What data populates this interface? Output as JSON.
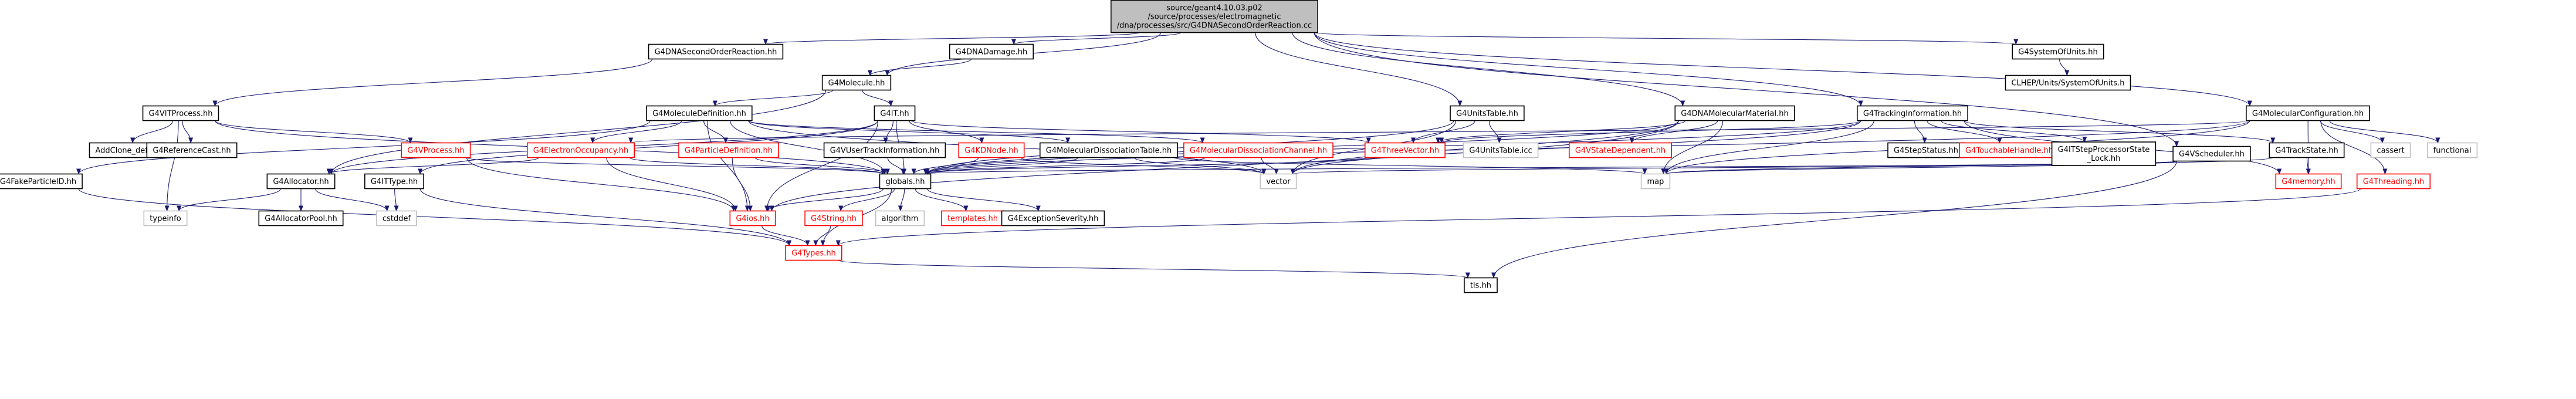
{
  "diagram": {
    "type": "include-dependency-graph",
    "colors": {
      "edge": "#191970",
      "default_text": "#000000",
      "default_border": "#000000",
      "missing_text": "#ff0000",
      "missing_border": "#ff0000",
      "root_fill": "#bfbfbf",
      "default_fill": "#ffffff",
      "leaf_border": "#bfbfbf"
    },
    "nodes": [
      {
        "id": "root",
        "lines": [
          "source/geant4.10.03.p02",
          "/source/processes/electromagnetic",
          "/dna/processes/src/G4DNASecondOrderReaction.cc"
        ],
        "style": "root"
      },
      {
        "id": "secorder",
        "lines": [
          "G4DNASecondOrderReaction.hh"
        ],
        "style": "normal"
      },
      {
        "id": "damage",
        "lines": [
          "G4DNADamage.hh"
        ],
        "style": "normal"
      },
      {
        "id": "molecule",
        "lines": [
          "G4Molecule.hh"
        ],
        "style": "normal"
      },
      {
        "id": "sysunits",
        "lines": [
          "G4SystemOfUnits.hh"
        ],
        "style": "normal"
      },
      {
        "id": "clhep",
        "lines": [
          "CLHEP/Units/SystemOfUnits.h"
        ],
        "style": "normal"
      },
      {
        "id": "vitprocess",
        "lines": [
          "G4VITProcess.hh"
        ],
        "style": "normal"
      },
      {
        "id": "moldef",
        "lines": [
          "G4MoleculeDefinition.hh"
        ],
        "style": "normal"
      },
      {
        "id": "it",
        "lines": [
          "G4IT.hh"
        ],
        "style": "normal"
      },
      {
        "id": "unitstable",
        "lines": [
          "G4UnitsTable.hh"
        ],
        "style": "normal"
      },
      {
        "id": "dnamolmat",
        "lines": [
          "G4DNAMolecularMaterial.hh"
        ],
        "style": "normal"
      },
      {
        "id": "trackinfo",
        "lines": [
          "G4TrackingInformation.hh"
        ],
        "style": "normal"
      },
      {
        "id": "molconfig",
        "lines": [
          "G4MolecularConfiguration.hh"
        ],
        "style": "normal"
      },
      {
        "id": "addclone",
        "lines": [
          "AddClone_def.hh"
        ],
        "style": "normal"
      },
      {
        "id": "refcast",
        "lines": [
          "G4ReferenceCast.hh"
        ],
        "style": "normal"
      },
      {
        "id": "vprocess",
        "lines": [
          "G4VProcess.hh"
        ],
        "style": "missing"
      },
      {
        "id": "electronocc",
        "lines": [
          "G4ElectronOccupancy.hh"
        ],
        "style": "missing"
      },
      {
        "id": "particledef",
        "lines": [
          "G4ParticleDefinition.hh"
        ],
        "style": "missing"
      },
      {
        "id": "vusertrack",
        "lines": [
          "G4VUserTrackInformation.hh"
        ],
        "style": "normal"
      },
      {
        "id": "kdnode",
        "lines": [
          "G4KDNode.hh"
        ],
        "style": "missing"
      },
      {
        "id": "moldisstable",
        "lines": [
          "G4MolecularDissociationTable.hh"
        ],
        "style": "normal"
      },
      {
        "id": "moldisschannel",
        "lines": [
          "G4MolecularDissociationChannel.hh"
        ],
        "style": "missing"
      },
      {
        "id": "threevector",
        "lines": [
          "G4ThreeVector.hh"
        ],
        "style": "missing"
      },
      {
        "id": "unitstableicc",
        "lines": [
          "G4UnitsTable.icc"
        ],
        "style": "leaf"
      },
      {
        "id": "vstatedep",
        "lines": [
          "G4VStateDependent.hh"
        ],
        "style": "missing"
      },
      {
        "id": "stepstatus",
        "lines": [
          "G4StepStatus.hh"
        ],
        "style": "normal"
      },
      {
        "id": "touchable",
        "lines": [
          "G4TouchableHandle.hh"
        ],
        "style": "missing"
      },
      {
        "id": "itstepstate",
        "lines": [
          "G4ITStepProcessorState",
          "_Lock.hh"
        ],
        "style": "normal"
      },
      {
        "id": "vscheduler",
        "lines": [
          "G4VScheduler.hh"
        ],
        "style": "normal"
      },
      {
        "id": "trackstate",
        "lines": [
          "G4TrackState.hh"
        ],
        "style": "normal"
      },
      {
        "id": "cassert",
        "lines": [
          "cassert"
        ],
        "style": "leaf"
      },
      {
        "id": "functional",
        "lines": [
          "functional"
        ],
        "style": "leaf"
      },
      {
        "id": "fakeparticle",
        "lines": [
          "G4FakeParticleID.hh"
        ],
        "style": "normal"
      },
      {
        "id": "allocator",
        "lines": [
          "G4Allocator.hh"
        ],
        "style": "normal"
      },
      {
        "id": "ittype",
        "lines": [
          "G4ITType.hh"
        ],
        "style": "normal"
      },
      {
        "id": "globals",
        "lines": [
          "globals.hh"
        ],
        "style": "normal"
      },
      {
        "id": "vector",
        "lines": [
          "vector"
        ],
        "style": "leaf"
      },
      {
        "id": "map",
        "lines": [
          "map"
        ],
        "style": "leaf"
      },
      {
        "id": "memory",
        "lines": [
          "G4memory.hh"
        ],
        "style": "missing"
      },
      {
        "id": "threading",
        "lines": [
          "G4Threading.hh"
        ],
        "style": "missing"
      },
      {
        "id": "typeinfo",
        "lines": [
          "typeinfo"
        ],
        "style": "leaf"
      },
      {
        "id": "allocpool",
        "lines": [
          "G4AllocatorPool.hh"
        ],
        "style": "normal"
      },
      {
        "id": "cstddef",
        "lines": [
          "cstddef"
        ],
        "style": "leaf"
      },
      {
        "id": "g4ios",
        "lines": [
          "G4ios.hh"
        ],
        "style": "missing"
      },
      {
        "id": "g4string",
        "lines": [
          "G4String.hh"
        ],
        "style": "missing"
      },
      {
        "id": "algorithm",
        "lines": [
          "algorithm"
        ],
        "style": "leaf"
      },
      {
        "id": "templates",
        "lines": [
          "templates.hh"
        ],
        "style": "missing"
      },
      {
        "id": "excseverity",
        "lines": [
          "G4ExceptionSeverity.hh"
        ],
        "style": "normal"
      },
      {
        "id": "types",
        "lines": [
          "G4Types.hh"
        ],
        "style": "missing"
      },
      {
        "id": "tls",
        "lines": [
          "tls.hh"
        ],
        "style": "normal"
      }
    ],
    "edges": [
      [
        "root",
        "secorder"
      ],
      [
        "root",
        "damage"
      ],
      [
        "root",
        "molecule"
      ],
      [
        "root",
        "sysunits"
      ],
      [
        "root",
        "unitstable"
      ],
      [
        "root",
        "dnamolmat"
      ],
      [
        "root",
        "trackinfo"
      ],
      [
        "root",
        "molconfig"
      ],
      [
        "root",
        "vscheduler"
      ],
      [
        "secorder",
        "vitprocess"
      ],
      [
        "damage",
        "molecule"
      ],
      [
        "sysunits",
        "clhep"
      ],
      [
        "molecule",
        "moldef"
      ],
      [
        "molecule",
        "it"
      ],
      [
        "molecule",
        "allocator"
      ],
      [
        "vitprocess",
        "addclone"
      ],
      [
        "vitprocess",
        "refcast"
      ],
      [
        "vitprocess",
        "vprocess"
      ],
      [
        "vitprocess",
        "typeinfo"
      ],
      [
        "vitprocess",
        "globals"
      ],
      [
        "moldef",
        "electronocc"
      ],
      [
        "moldef",
        "particledef"
      ],
      [
        "moldef",
        "moldisstable"
      ],
      [
        "moldef",
        "moldisschannel"
      ],
      [
        "moldef",
        "globals"
      ],
      [
        "moldef",
        "fakeparticle"
      ],
      [
        "moldef",
        "g4ios"
      ],
      [
        "moldef",
        "vector"
      ],
      [
        "it",
        "vusertrack"
      ],
      [
        "it",
        "kdnode"
      ],
      [
        "it",
        "threevector"
      ],
      [
        "it",
        "ittype"
      ],
      [
        "it",
        "allocator"
      ],
      [
        "it",
        "globals"
      ],
      [
        "it",
        "g4ios"
      ],
      [
        "unitstable",
        "globals"
      ],
      [
        "unitstable",
        "threevector"
      ],
      [
        "unitstable",
        "unitstableicc"
      ],
      [
        "unitstable",
        "vector"
      ],
      [
        "dnamolmat",
        "vstatedep"
      ],
      [
        "dnamolmat",
        "globals"
      ],
      [
        "dnamolmat",
        "vector"
      ],
      [
        "dnamolmat",
        "map"
      ],
      [
        "dnamolmat",
        "g4ios"
      ],
      [
        "dnamolmat",
        "threevector"
      ],
      [
        "trackinfo",
        "stepstatus"
      ],
      [
        "trackinfo",
        "touchable"
      ],
      [
        "trackinfo",
        "itstepstate"
      ],
      [
        "trackinfo",
        "trackstate"
      ],
      [
        "trackinfo",
        "globals"
      ],
      [
        "trackinfo",
        "map"
      ],
      [
        "trackinfo",
        "memory"
      ],
      [
        "trackinfo",
        "threevector"
      ],
      [
        "trackinfo",
        "vector"
      ],
      [
        "molconfig",
        "cassert"
      ],
      [
        "molconfig",
        "functional"
      ],
      [
        "molconfig",
        "threading"
      ],
      [
        "molconfig",
        "memory"
      ],
      [
        "molconfig",
        "globals"
      ],
      [
        "molconfig",
        "map"
      ],
      [
        "molconfig",
        "electronocc"
      ],
      [
        "vprocess",
        "globals"
      ],
      [
        "vprocess",
        "g4ios"
      ],
      [
        "electronocc",
        "allocator"
      ],
      [
        "electronocc",
        "globals"
      ],
      [
        "electronocc",
        "g4ios"
      ],
      [
        "particledef",
        "globals"
      ],
      [
        "particledef",
        "g4ios"
      ],
      [
        "vusertrack",
        "globals"
      ],
      [
        "kdnode",
        "globals"
      ],
      [
        "kdnode",
        "vector"
      ],
      [
        "moldisstable",
        "globals"
      ],
      [
        "moldisstable",
        "vector"
      ],
      [
        "moldisstable",
        "map"
      ],
      [
        "moldisschannel",
        "globals"
      ],
      [
        "moldisschannel",
        "vector"
      ],
      [
        "threevector",
        "globals"
      ],
      [
        "vscheduler",
        "globals"
      ],
      [
        "vscheduler",
        "vector"
      ],
      [
        "vscheduler",
        "map"
      ],
      [
        "vscheduler",
        "tls"
      ],
      [
        "trackstate",
        "map"
      ],
      [
        "trackstate",
        "memory"
      ],
      [
        "fakeparticle",
        "types"
      ],
      [
        "allocator",
        "allocpool"
      ],
      [
        "allocator",
        "typeinfo"
      ],
      [
        "allocator",
        "cstddef"
      ],
      [
        "ittype",
        "cstddef"
      ],
      [
        "ittype",
        "types"
      ],
      [
        "globals",
        "g4ios"
      ],
      [
        "globals",
        "g4string"
      ],
      [
        "globals",
        "algorithm"
      ],
      [
        "globals",
        "templates"
      ],
      [
        "globals",
        "excseverity"
      ],
      [
        "globals",
        "types"
      ],
      [
        "g4ios",
        "types"
      ],
      [
        "g4string",
        "types"
      ],
      [
        "threading",
        "types"
      ],
      [
        "types",
        "tls"
      ]
    ]
  }
}
